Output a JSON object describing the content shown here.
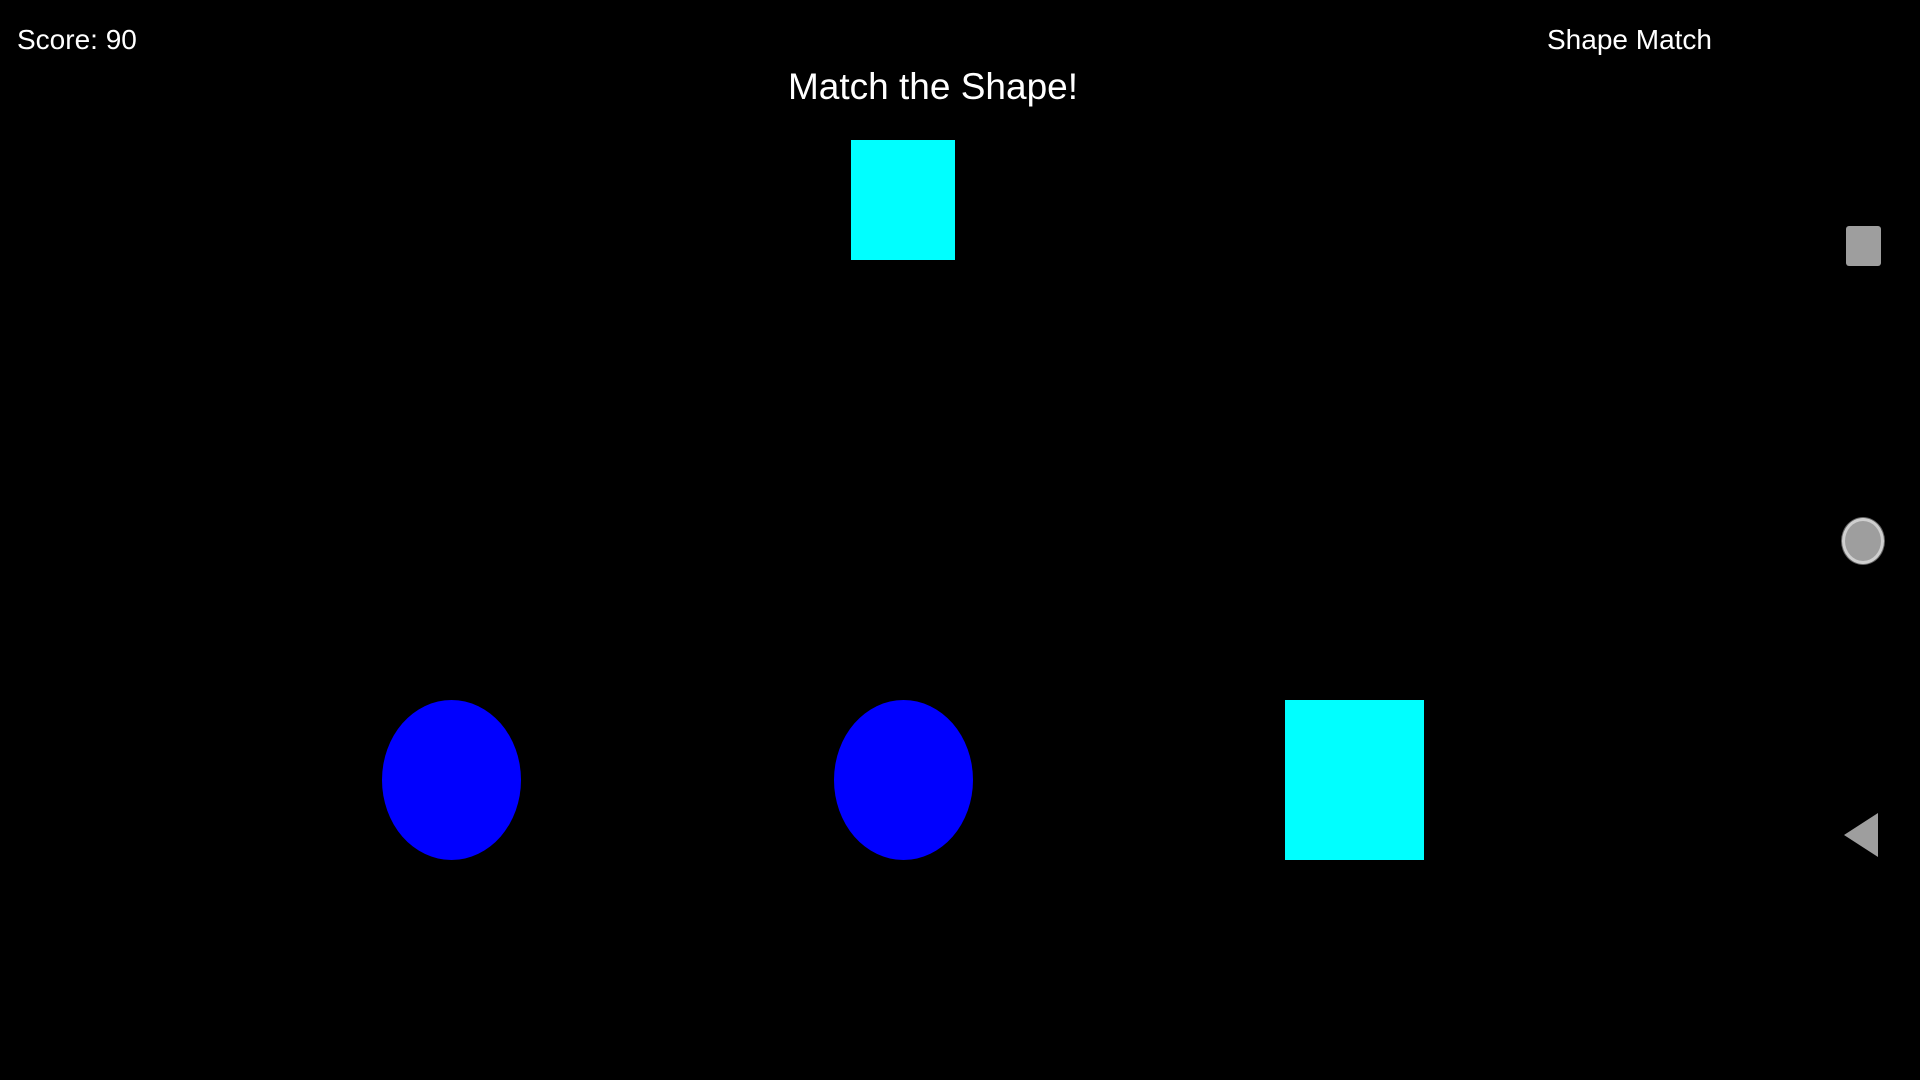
{
  "hud": {
    "score": "Score: 90",
    "app_title": "Shape Match"
  },
  "prompt": "Match the Shape!",
  "target": {
    "shape": "square",
    "color": "#00ffff"
  },
  "options": [
    {
      "shape": "circle",
      "color": "#0000ff"
    },
    {
      "shape": "circle",
      "color": "#0000ff"
    },
    {
      "shape": "square",
      "color": "#00ffff"
    }
  ],
  "nav_bar": {
    "icons": [
      "recents-icon",
      "home-icon",
      "back-icon"
    ],
    "color": "#9e9e9e"
  }
}
